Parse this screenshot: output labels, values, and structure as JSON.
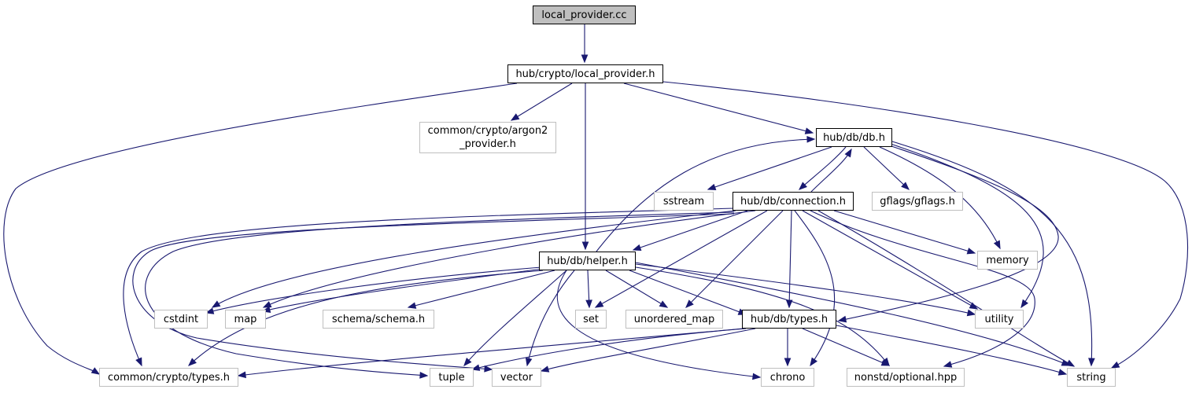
{
  "graph": {
    "root": "local_provider.cc",
    "colors": {
      "edge": "#191970",
      "root_fill": "#bfbfbf",
      "local_border": "#000000",
      "system_border": "#bfbfbf"
    },
    "nodes": {
      "local_provider_cc": {
        "label": "local_provider.cc",
        "kind": "root"
      },
      "hub_crypto_local_provider_h": {
        "label": "hub/crypto/local_provider.h",
        "kind": "local"
      },
      "common_crypto_argon2_provider_h": {
        "label": "common/crypto/argon2\n_provider.h",
        "kind": "system"
      },
      "hub_db_db_h": {
        "label": "hub/db/db.h",
        "kind": "local"
      },
      "sstream": {
        "label": "sstream",
        "kind": "system"
      },
      "hub_db_connection_h": {
        "label": "hub/db/connection.h",
        "kind": "local"
      },
      "gflags_gflags_h": {
        "label": "gflags/gflags.h",
        "kind": "system"
      },
      "hub_db_helper_h": {
        "label": "hub/db/helper.h",
        "kind": "local"
      },
      "memory": {
        "label": "memory",
        "kind": "system"
      },
      "cstdint": {
        "label": "cstdint",
        "kind": "system"
      },
      "map": {
        "label": "map",
        "kind": "system"
      },
      "schema_schema_h": {
        "label": "schema/schema.h",
        "kind": "system"
      },
      "set": {
        "label": "set",
        "kind": "system"
      },
      "unordered_map": {
        "label": "unordered_map",
        "kind": "system"
      },
      "hub_db_types_h": {
        "label": "hub/db/types.h",
        "kind": "local"
      },
      "utility": {
        "label": "utility",
        "kind": "system"
      },
      "common_crypto_types_h": {
        "label": "common/crypto/types.h",
        "kind": "system"
      },
      "tuple": {
        "label": "tuple",
        "kind": "system"
      },
      "vector": {
        "label": "vector",
        "kind": "system"
      },
      "chrono": {
        "label": "chrono",
        "kind": "system"
      },
      "nonstd_optional_hpp": {
        "label": "nonstd/optional.hpp",
        "kind": "system"
      },
      "string": {
        "label": "string",
        "kind": "system"
      }
    },
    "edges": [
      [
        "local_provider_cc",
        "hub_crypto_local_provider_h"
      ],
      [
        "hub_crypto_local_provider_h",
        "common_crypto_types_h"
      ],
      [
        "hub_crypto_local_provider_h",
        "common_crypto_argon2_provider_h"
      ],
      [
        "hub_crypto_local_provider_h",
        "hub_db_helper_h"
      ],
      [
        "hub_crypto_local_provider_h",
        "hub_db_db_h"
      ],
      [
        "hub_crypto_local_provider_h",
        "string"
      ],
      [
        "hub_db_db_h",
        "sstream"
      ],
      [
        "hub_db_db_h",
        "hub_db_connection_h"
      ],
      [
        "hub_db_db_h",
        "gflags_gflags_h"
      ],
      [
        "hub_db_db_h",
        "memory"
      ],
      [
        "hub_db_db_h",
        "hub_db_types_h"
      ],
      [
        "hub_db_db_h",
        "utility"
      ],
      [
        "hub_db_db_h",
        "string"
      ],
      [
        "hub_db_connection_h",
        "hub_db_db_h"
      ],
      [
        "hub_db_connection_h",
        "hub_db_helper_h"
      ],
      [
        "hub_db_connection_h",
        "common_crypto_types_h"
      ],
      [
        "hub_db_connection_h",
        "cstdint"
      ],
      [
        "hub_db_connection_h",
        "map"
      ],
      [
        "hub_db_connection_h",
        "tuple"
      ],
      [
        "hub_db_connection_h",
        "vector"
      ],
      [
        "hub_db_connection_h",
        "set"
      ],
      [
        "hub_db_connection_h",
        "unordered_map"
      ],
      [
        "hub_db_connection_h",
        "hub_db_types_h"
      ],
      [
        "hub_db_connection_h",
        "chrono"
      ],
      [
        "hub_db_connection_h",
        "memory"
      ],
      [
        "hub_db_connection_h",
        "utility"
      ],
      [
        "hub_db_connection_h",
        "nonstd_optional_hpp"
      ],
      [
        "hub_db_connection_h",
        "string"
      ],
      [
        "hub_db_helper_h",
        "hub_db_db_h"
      ],
      [
        "hub_db_helper_h",
        "common_crypto_types_h"
      ],
      [
        "hub_db_helper_h",
        "cstdint"
      ],
      [
        "hub_db_helper_h",
        "map"
      ],
      [
        "hub_db_helper_h",
        "schema_schema_h"
      ],
      [
        "hub_db_helper_h",
        "set"
      ],
      [
        "hub_db_helper_h",
        "unordered_map"
      ],
      [
        "hub_db_helper_h",
        "hub_db_types_h"
      ],
      [
        "hub_db_helper_h",
        "tuple"
      ],
      [
        "hub_db_helper_h",
        "vector"
      ],
      [
        "hub_db_helper_h",
        "chrono"
      ],
      [
        "hub_db_helper_h",
        "utility"
      ],
      [
        "hub_db_helper_h",
        "nonstd_optional_hpp"
      ],
      [
        "hub_db_helper_h",
        "string"
      ],
      [
        "hub_db_types_h",
        "common_crypto_types_h"
      ],
      [
        "hub_db_types_h",
        "tuple"
      ],
      [
        "hub_db_types_h",
        "vector"
      ],
      [
        "hub_db_types_h",
        "chrono"
      ],
      [
        "hub_db_types_h",
        "nonstd_optional_hpp"
      ],
      [
        "hub_db_types_h",
        "string"
      ]
    ]
  }
}
